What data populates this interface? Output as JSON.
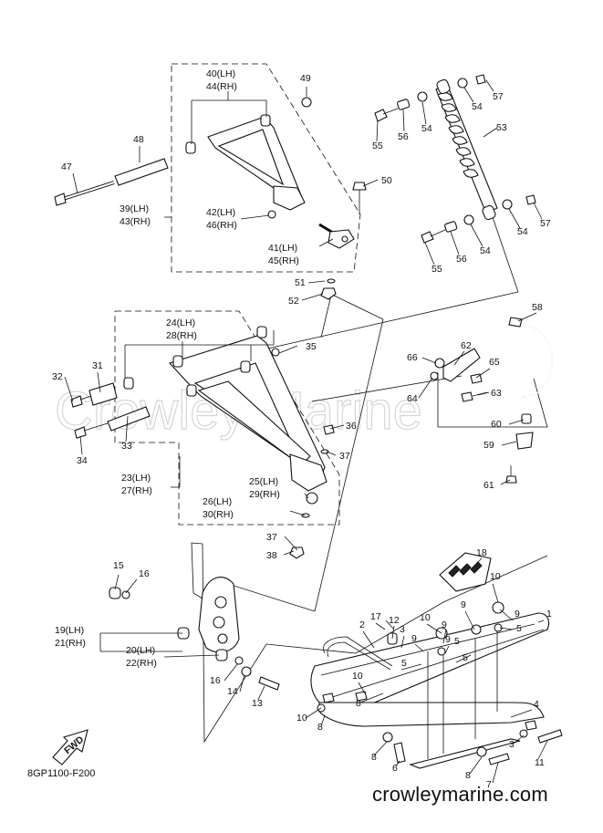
{
  "diagram": {
    "watermark": "Crowley Marine",
    "drawing_code": "8GP1100-F200",
    "site": "crowleymarine.com",
    "fwd_label": "FWD",
    "callouts": [
      {
        "id": "c40",
        "text": "40(LH)"
      },
      {
        "id": "c44",
        "text": "44(RH)"
      },
      {
        "id": "c49",
        "text": "49"
      },
      {
        "id": "c48",
        "text": "48"
      },
      {
        "id": "c47",
        "text": "47"
      },
      {
        "id": "c39",
        "text": "39(LH)"
      },
      {
        "id": "c43",
        "text": "43(RH)"
      },
      {
        "id": "c42",
        "text": "42(LH)"
      },
      {
        "id": "c46",
        "text": "46(RH)"
      },
      {
        "id": "c50",
        "text": "50"
      },
      {
        "id": "c41",
        "text": "41(LH)"
      },
      {
        "id": "c45",
        "text": "45(RH)"
      },
      {
        "id": "c51",
        "text": "51"
      },
      {
        "id": "c52",
        "text": "52"
      },
      {
        "id": "c57a",
        "text": "57"
      },
      {
        "id": "c54a",
        "text": "54"
      },
      {
        "id": "c54b",
        "text": "54"
      },
      {
        "id": "c53",
        "text": "53"
      },
      {
        "id": "c55a",
        "text": "55"
      },
      {
        "id": "c56a",
        "text": "56"
      },
      {
        "id": "c57b",
        "text": "57"
      },
      {
        "id": "c54c",
        "text": "54"
      },
      {
        "id": "c54d",
        "text": "54"
      },
      {
        "id": "c56b",
        "text": "56"
      },
      {
        "id": "c55b",
        "text": "55"
      },
      {
        "id": "c24",
        "text": "24(LH)"
      },
      {
        "id": "c28",
        "text": "28(RH)"
      },
      {
        "id": "c35",
        "text": "35"
      },
      {
        "id": "c32",
        "text": "32"
      },
      {
        "id": "c31",
        "text": "31"
      },
      {
        "id": "c33",
        "text": "33"
      },
      {
        "id": "c34",
        "text": "34"
      },
      {
        "id": "c36",
        "text": "36"
      },
      {
        "id": "c37a",
        "text": "37"
      },
      {
        "id": "c23",
        "text": "23(LH)"
      },
      {
        "id": "c27",
        "text": "27(RH)"
      },
      {
        "id": "c25",
        "text": "25(LH)"
      },
      {
        "id": "c29",
        "text": "29(RH)"
      },
      {
        "id": "c26",
        "text": "26(LH)"
      },
      {
        "id": "c30",
        "text": "30(RH)"
      },
      {
        "id": "c37b",
        "text": "37"
      },
      {
        "id": "c38",
        "text": "38"
      },
      {
        "id": "c58",
        "text": "58"
      },
      {
        "id": "c62",
        "text": "62"
      },
      {
        "id": "c66",
        "text": "66"
      },
      {
        "id": "c65",
        "text": "65"
      },
      {
        "id": "c64",
        "text": "64"
      },
      {
        "id": "c63",
        "text": "63"
      },
      {
        "id": "c60",
        "text": "60"
      },
      {
        "id": "c59",
        "text": "59"
      },
      {
        "id": "c61",
        "text": "61"
      },
      {
        "id": "c15",
        "text": "15"
      },
      {
        "id": "c16a",
        "text": "16"
      },
      {
        "id": "c19",
        "text": "19(LH)"
      },
      {
        "id": "c21",
        "text": "21(RH)"
      },
      {
        "id": "c20",
        "text": "20(LH)"
      },
      {
        "id": "c22",
        "text": "22(RH)"
      },
      {
        "id": "c16b",
        "text": "16"
      },
      {
        "id": "c14",
        "text": "14"
      },
      {
        "id": "c13",
        "text": "13"
      },
      {
        "id": "c18",
        "text": "18"
      },
      {
        "id": "c10a",
        "text": "10"
      },
      {
        "id": "c9a",
        "text": "9"
      },
      {
        "id": "c1",
        "text": "1"
      },
      {
        "id": "c9b",
        "text": "9"
      },
      {
        "id": "c5a",
        "text": "5"
      },
      {
        "id": "c17",
        "text": "17"
      },
      {
        "id": "c12",
        "text": "12"
      },
      {
        "id": "c2",
        "text": "2"
      },
      {
        "id": "c3a",
        "text": "3"
      },
      {
        "id": "c10b",
        "text": "10"
      },
      {
        "id": "c9c",
        "text": "9"
      },
      {
        "id": "c9d",
        "text": "9"
      },
      {
        "id": "c9e",
        "text": "9"
      },
      {
        "id": "c5b",
        "text": "5"
      },
      {
        "id": "c5c",
        "text": "5"
      },
      {
        "id": "c5d",
        "text": "5"
      },
      {
        "id": "c10c",
        "text": "10"
      },
      {
        "id": "c8a",
        "text": "8"
      },
      {
        "id": "c4",
        "text": "4"
      },
      {
        "id": "c10d",
        "text": "10"
      },
      {
        "id": "c8b",
        "text": "8"
      },
      {
        "id": "c3b",
        "text": "3"
      },
      {
        "id": "c11",
        "text": "11"
      },
      {
        "id": "c8c",
        "text": "8"
      },
      {
        "id": "c6",
        "text": "6"
      },
      {
        "id": "c8d",
        "text": "8"
      },
      {
        "id": "c7",
        "text": "7"
      }
    ]
  }
}
